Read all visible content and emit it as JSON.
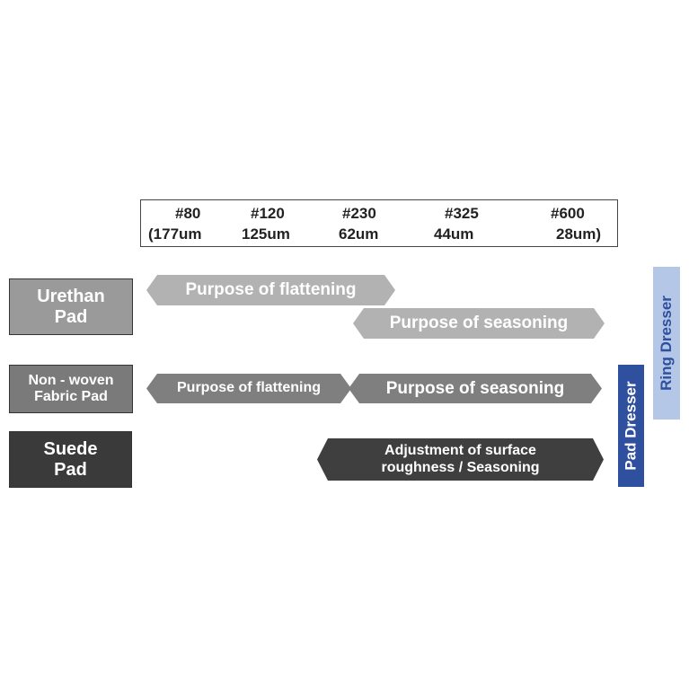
{
  "scale": {
    "grits": [
      "#80",
      "#120",
      "#230",
      "#325",
      "#600"
    ],
    "sizes": [
      "(177um",
      "125um",
      "62um",
      "44um",
      "28um)"
    ]
  },
  "pads": {
    "urethan": [
      "Urethan",
      "Pad"
    ],
    "nonwoven": [
      "Non - woven",
      "Fabric Pad"
    ],
    "suede": [
      "Suede",
      "Pad"
    ]
  },
  "arrows": {
    "urethan_flattening": "Purpose of flattening",
    "urethan_seasoning": "Purpose of seasoning",
    "nonwoven_flattening": "Purpose of flattening",
    "nonwoven_seasoning": "Purpose of seasoning",
    "suede_adjust_1": "Adjustment of surface",
    "suede_adjust_2": "roughness / Seasoning"
  },
  "dressers": {
    "pad": "Pad Dresser",
    "ring": "Ring Dresser"
  },
  "colors": {
    "urethan": "#9a9a9a",
    "nonwoven": "#7a7a7a",
    "suede": "#3a3a3a",
    "pad_dresser": "#2f4f9f",
    "ring_dresser": "#b4c7e7"
  }
}
